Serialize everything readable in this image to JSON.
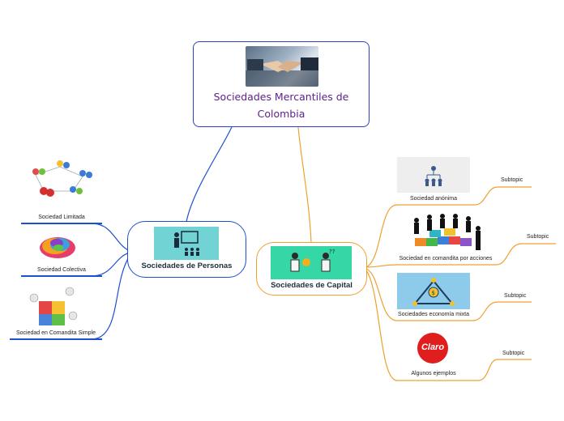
{
  "central": {
    "title": "Sociedades Mercantiles de Colombia",
    "image": "handshake-photo"
  },
  "branches": [
    {
      "label": "Sociedades de Personas",
      "icon": "presenter-board-icon",
      "color": "#1d4fd1",
      "children": [
        {
          "label": "Sociedad Limitada",
          "icon": "network-people-icon"
        },
        {
          "label": "Sociedad Colectiva",
          "icon": "colorful-hands-icon"
        },
        {
          "label": "Sociedad en Comandita Simple",
          "icon": "puzzle-people-icon"
        }
      ]
    },
    {
      "label": "Sociedades de Capital",
      "icon": "investors-icon",
      "color": "#f0a030",
      "children": [
        {
          "label": "Sociedad anónima",
          "icon": "org-structure-icon",
          "subtopic": "Subtopic"
        },
        {
          "label": "Sociedad en comandita por acciones",
          "icon": "business-puzzle-icon",
          "subtopic": "Subtopic"
        },
        {
          "label": "Sociedades economía mixta",
          "icon": "money-triangle-icon",
          "subtopic": "Subtopic"
        },
        {
          "label": "Algunos ejemplos",
          "icon": "claro-logo",
          "logo_text": "Claro",
          "subtopic": "Subtopic"
        }
      ]
    }
  ]
}
